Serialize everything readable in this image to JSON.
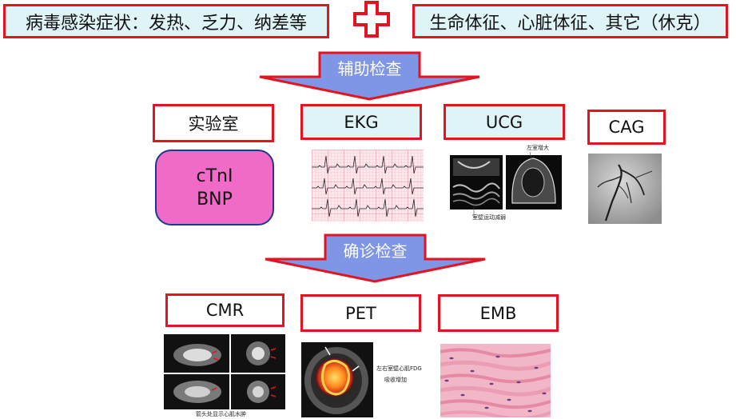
{
  "top": {
    "left_text": "病毒感染症状：发热、乏力、纳差等",
    "right_text": "生命体征、心脏体征、其它（休克）"
  },
  "arrows": {
    "auxiliary": "辅助检查",
    "diagnostic": "确诊检查"
  },
  "auxiliary_tests": {
    "lab": "实验室",
    "ekg": "EKG",
    "ucg": "UCG",
    "cag": "CAG"
  },
  "lab_markers": {
    "line1": "cTnI",
    "line2": "BNP"
  },
  "diagnostic_tests": {
    "cmr": "CMR",
    "pet": "PET",
    "emb": "EMB"
  },
  "image_captions": {
    "ucg_top": "左室增大",
    "ucg_bottom": "室壁运动减弱",
    "cmr_bottom": "箭头处显示心肌水肿",
    "pet_line1": "左右室壁心肌FDG",
    "pet_line2": "吸收增加"
  },
  "colors": {
    "border_red": "#e3141f",
    "cyan_fill": "#dff4f7",
    "arrow_fill": "#7f95e6",
    "pink_fill": "#f06bc7"
  }
}
